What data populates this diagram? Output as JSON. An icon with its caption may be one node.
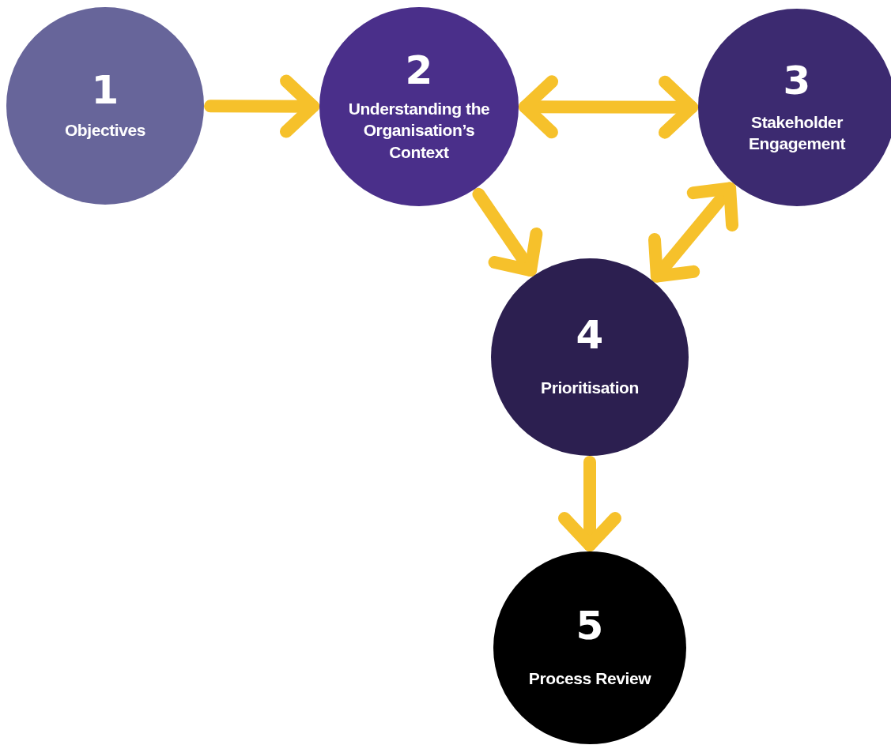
{
  "diagram": {
    "nodes": [
      {
        "text": [
          "1",
          "Objectives"
        ]
      },
      {
        "text": [
          "2",
          "Understanding the Organisation’s Context"
        ]
      },
      {
        "text": [
          "3",
          "Stakeholder Engagement"
        ]
      },
      {
        "text": [
          "4",
          "Prioritisation"
        ]
      },
      {
        "text": [
          "5",
          "Process Review"
        ]
      }
    ],
    "edges": [
      {
        "from": 0,
        "to": 1,
        "arrow": "to"
      },
      {
        "from": 1,
        "to": 2,
        "arrow": "both"
      },
      {
        "from": 1,
        "to": 3,
        "arrow": "to"
      },
      {
        "from": 2,
        "to": 3,
        "arrow": "both"
      },
      {
        "from": 3,
        "to": 4,
        "arrow": "to"
      }
    ]
  }
}
